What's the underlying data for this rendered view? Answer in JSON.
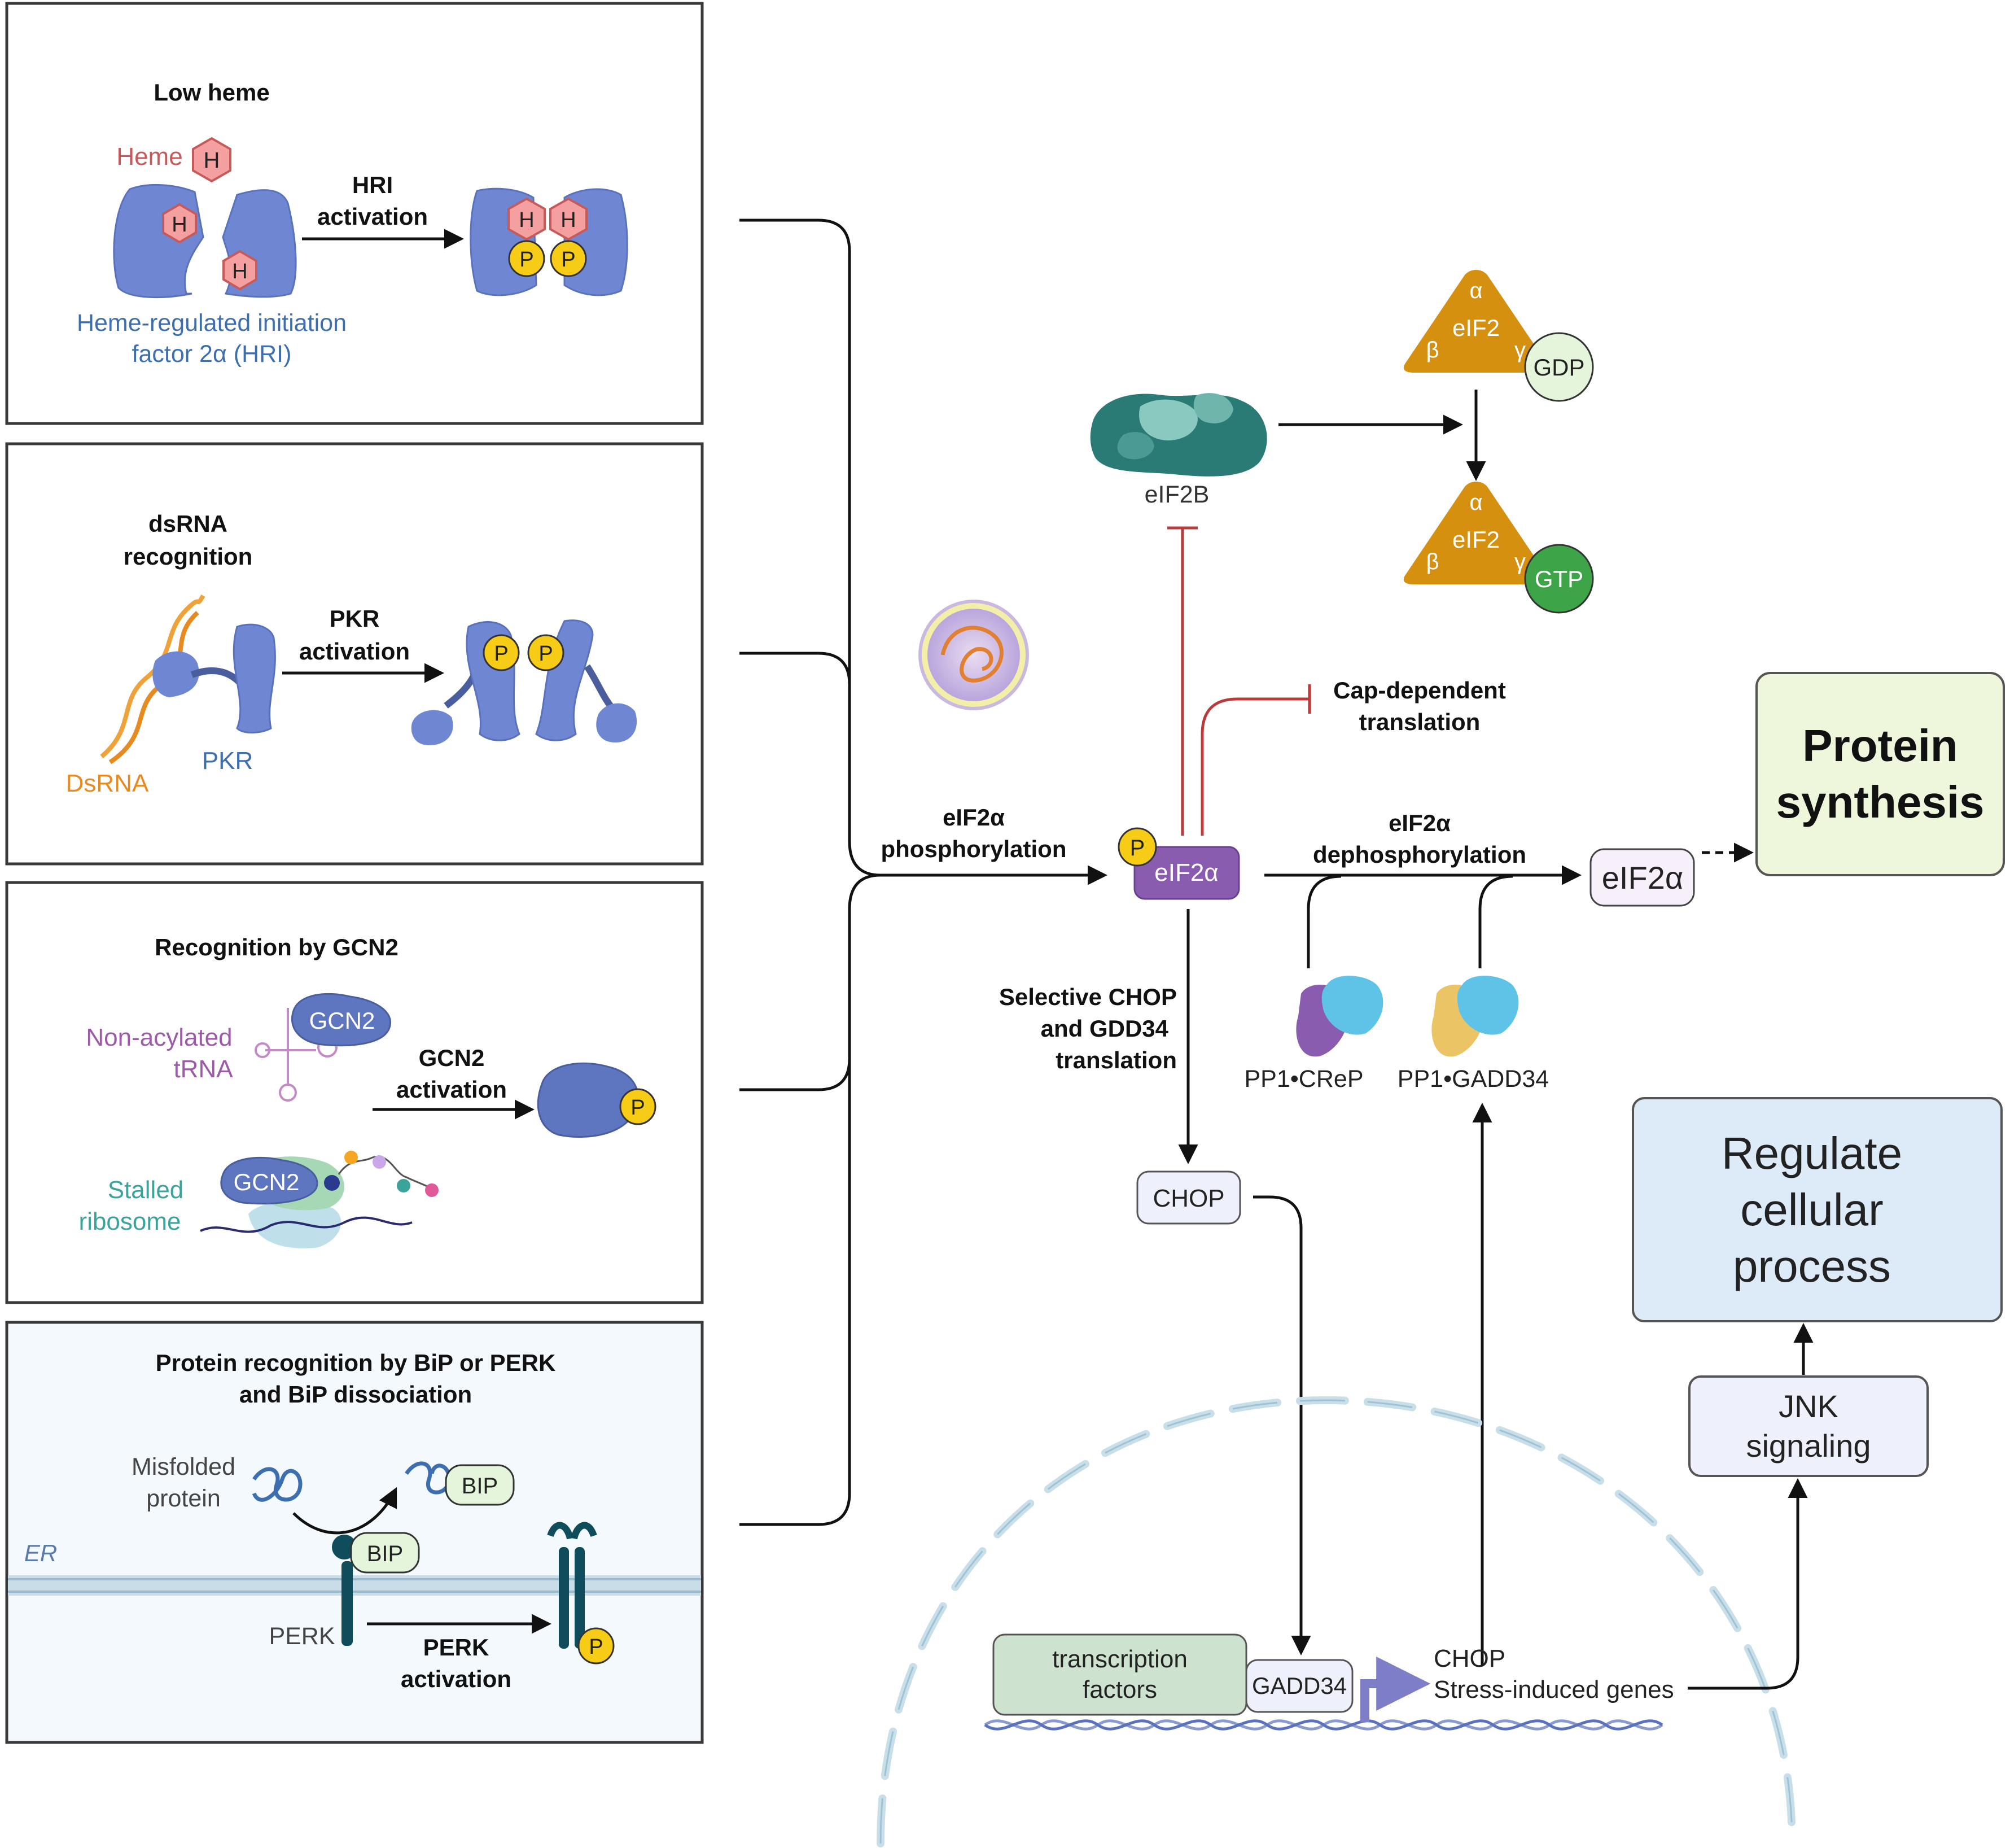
{
  "panels": {
    "hri": {
      "title": "Low heme",
      "heme_label": "Heme",
      "h": "H",
      "p": "P",
      "arrow_label": [
        "HRI",
        "activation"
      ],
      "caption": [
        "Heme-regulated initiation",
        "factor 2α (HRI)"
      ]
    },
    "pkr": {
      "title": [
        "dsRNA",
        "recognition"
      ],
      "arrow_label": [
        "PKR",
        "activation"
      ],
      "dsrna_label": "DsRNA",
      "pkr_label": "PKR",
      "p": "P"
    },
    "gcn2": {
      "title": "Recognition by GCN2",
      "trna_label": [
        "Non-acylated",
        "tRNA"
      ],
      "gcn2_label": "GCN2",
      "arrow_label": [
        "GCN2",
        "activation"
      ],
      "ribosome_label": [
        "Stalled",
        "ribosome"
      ],
      "p": "P"
    },
    "perk": {
      "title": [
        "Protein recognition by BiP or PERK",
        "and BiP dissociation"
      ],
      "misfolded_label": [
        "Misfolded",
        "protein"
      ],
      "bip_upper": "BIP",
      "bip_lower": "BIP",
      "er_label": "ER",
      "perk_label": "PERK",
      "arrow_label": [
        "PERK",
        "activation"
      ],
      "p": "P"
    }
  },
  "pathway": {
    "eif2b_label": "eIF2B",
    "eif2_gdp": {
      "alpha": "α",
      "name": "eIF2",
      "beta": "β",
      "gamma": "γ",
      "nucleotide": "GDP"
    },
    "eif2_gtp": {
      "alpha": "α",
      "name": "eIF2",
      "beta": "β",
      "gamma": "γ",
      "nucleotide": "GTP"
    },
    "phosphorylation_label": [
      "eIF2α",
      "phosphorylation"
    ],
    "cap_dependent_label": [
      "Cap-dependent",
      "translation"
    ],
    "p_eif2a": {
      "p": "P",
      "name": "eIF2α"
    },
    "dephosphorylation_label": [
      "eIF2α",
      "dephosphorylation"
    ],
    "eif2a_label": "eIF2α",
    "protein_synthesis": [
      "Protein",
      "synthesis"
    ],
    "selective_label": [
      "Selective CHOP",
      "and GDD34",
      "translation"
    ],
    "pp1_crep": "PP1•CReP",
    "pp1_gadd34": "PP1•GADD34",
    "chop_box": "CHOP",
    "regulate_box": [
      "Regulate",
      "cellular",
      "process"
    ],
    "jnk_box": [
      "JNK",
      "signaling"
    ],
    "tf_box": [
      "transcription",
      "factors"
    ],
    "gadd34_box": "GADD34",
    "genes_label": [
      "CHOP",
      "Stress-induced genes"
    ]
  },
  "colors": {
    "protein_blue": "#6f87d2",
    "heme_pink": "#f4a0a0",
    "phospho_yellow": "#f7cc16",
    "eif2_gold": "#d4900e",
    "eif2a_purple": "#8a5cb0",
    "eif2b_teal": "#2a7a75",
    "inhibit_red": "#b83a3a",
    "protein_synthesis_bg": "#eef6dc",
    "regulate_bg": "#ddeaf8"
  }
}
